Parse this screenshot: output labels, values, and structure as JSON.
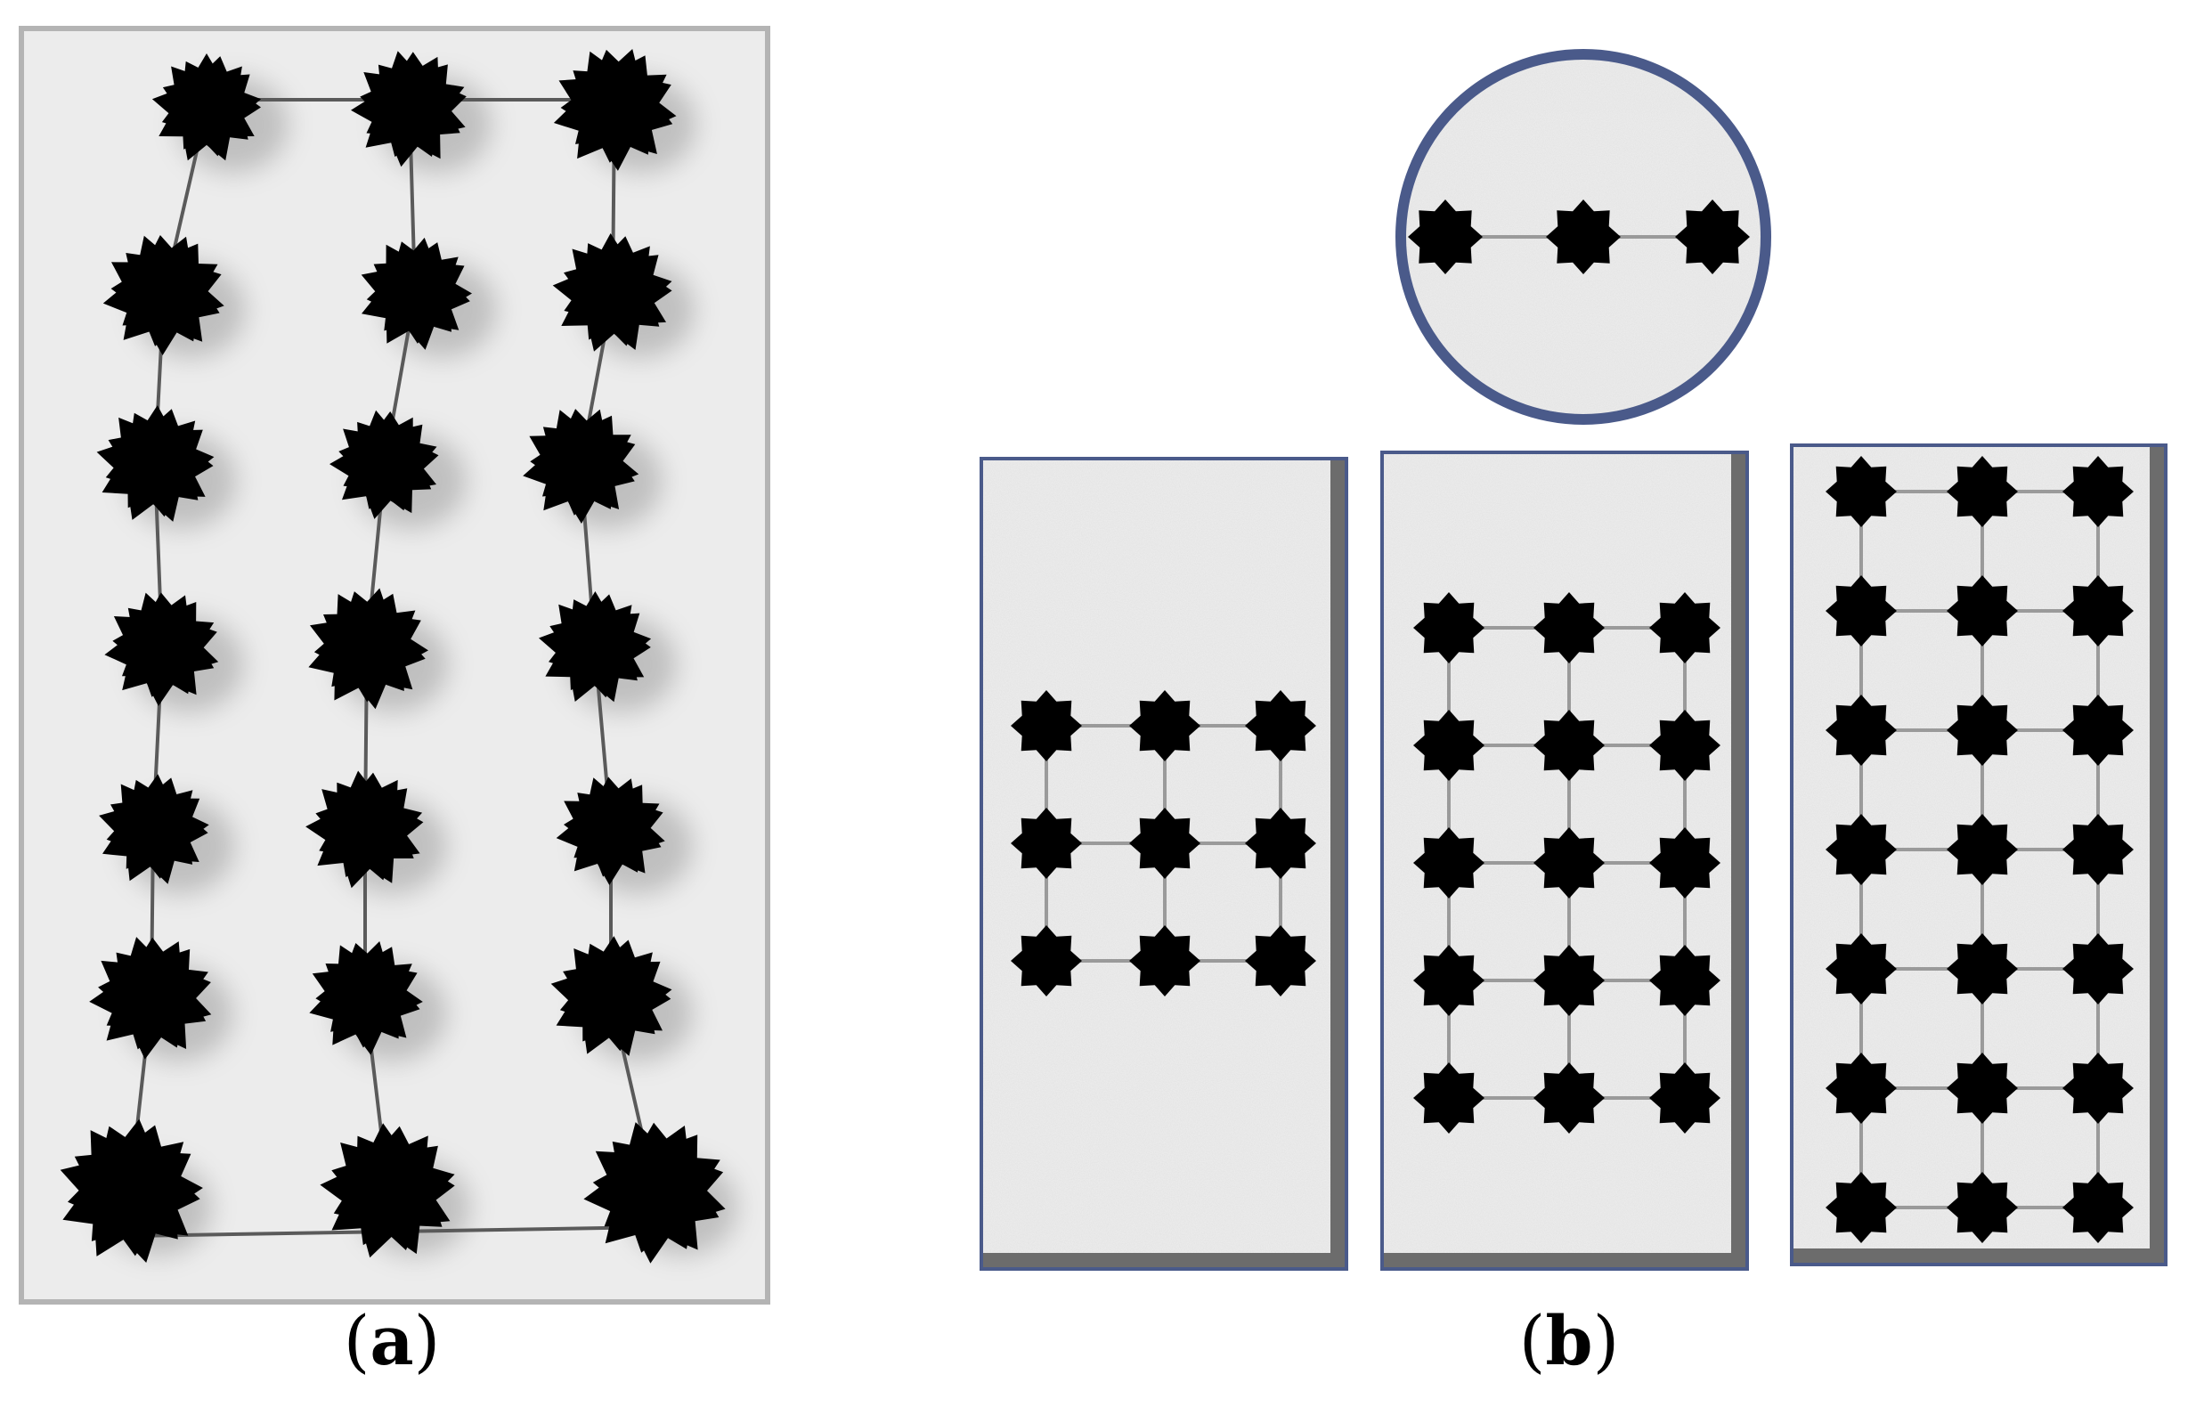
{
  "figure": {
    "panels": [
      {
        "id": "a",
        "caption": "a",
        "kind": "photograph",
        "rows": 7,
        "cols": 3
      },
      {
        "id": "b",
        "caption": "b",
        "kind": "schematic",
        "arrangements": [
          {
            "shape": "circle",
            "rows": 1,
            "cols": 3
          },
          {
            "shape": "rectangle",
            "rows": 3,
            "cols": 3
          },
          {
            "shape": "rectangle",
            "rows": 5,
            "cols": 3
          },
          {
            "shape": "rectangle",
            "rows": 7,
            "cols": 3
          }
        ]
      }
    ],
    "colors": {
      "background": "#ffffff",
      "photo_background": "#ececec",
      "photo_frame": "#b4b4b4",
      "container_fill": "#eeeeee",
      "container_border": "#4a5a8a",
      "container_wall": "#6c6c6c",
      "star": "#000000",
      "connector": "#9a9a9a",
      "photo_wire": "#5a5a5a"
    }
  }
}
